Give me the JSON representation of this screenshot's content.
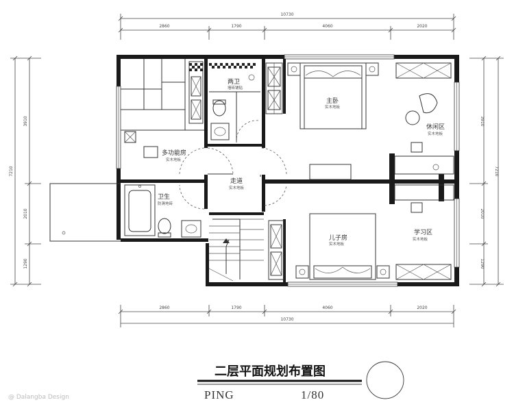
{
  "drawing": {
    "title": "二层平面规划布置图",
    "label_left": "PING",
    "scale": "1/80"
  },
  "dimensions": {
    "top_total": "10730",
    "top_segments": [
      "2860",
      "1790",
      "4060",
      "2020"
    ],
    "bottom_total": "10730",
    "bottom_segments": [
      "2860",
      "1790",
      "4060",
      "2020"
    ],
    "left_total": "7210",
    "left_segments": [
      "3910",
      "2010",
      "1290"
    ],
    "right_total": "7210",
    "right_segments": [
      "3910",
      "2010",
      "1290"
    ]
  },
  "rooms": {
    "washroom": {
      "name": "两卫",
      "sub": "墙砖铺贴"
    },
    "master_bedroom": {
      "name": "主卧",
      "sub": "实木地板"
    },
    "leisure_area": {
      "name": "休闲区",
      "sub": "实木地板"
    },
    "multifunction_room": {
      "name": "多功能房",
      "sub": "实木地板"
    },
    "corridor": {
      "name": "走道",
      "sub": "实木地板"
    },
    "bathroom": {
      "name": "卫生",
      "sub": "防滑地砖"
    },
    "son_room": {
      "name": "儿子房",
      "sub": "实木地板"
    },
    "study_area": {
      "name": "学习区",
      "sub": "实木地板"
    }
  },
  "watermark": "@ Dalangba Design"
}
